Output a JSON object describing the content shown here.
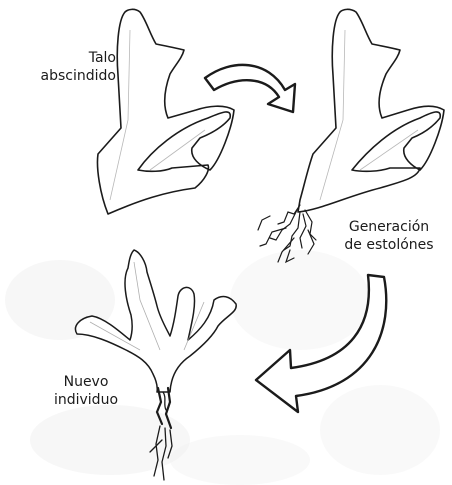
{
  "labels": {
    "thallus": {
      "line1": "Talo",
      "line2": "abscindido"
    },
    "stolons": {
      "line1": "Generación",
      "line2": "de estolónes"
    },
    "individual": {
      "line1": "Nuevo",
      "line2": "individuo"
    }
  },
  "colors": {
    "ink": "#1b1b1b",
    "fill": "#ffffff",
    "background": "#ffffff",
    "paper_texture": "#e6e6e6"
  }
}
